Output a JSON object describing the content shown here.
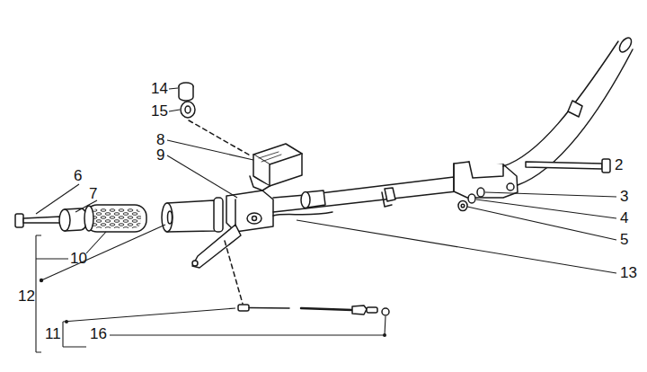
{
  "diagram": {
    "labels": [
      "14",
      "15",
      "8",
      "9",
      "6",
      "7",
      "2",
      "3",
      "4",
      "5",
      "10",
      "13",
      "12",
      "11",
      "16"
    ]
  }
}
